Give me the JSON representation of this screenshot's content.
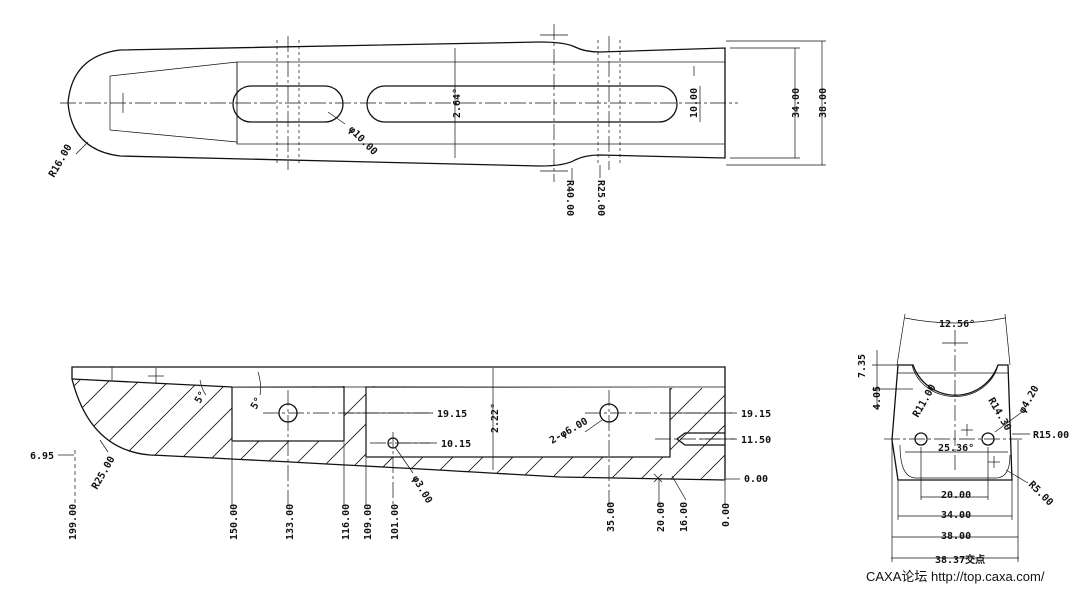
{
  "footer": {
    "watermark": "CAXA论坛 http://top.caxa.com/"
  },
  "top_view": {
    "r_end": "R16.00",
    "slot_dia": "φ10.00",
    "taper_angle": "2.64°",
    "slot_width": "10.00",
    "inner_height": "34.00",
    "outer_height": "38.00",
    "r_40": "R40.00",
    "r_25": "R25.00"
  },
  "front_view": {
    "angle_5a": "5°",
    "angle_5b": "5°",
    "r_25": "R25.00",
    "y_6_95": "6.95",
    "y_19_15a": "19.15",
    "y_19_15b": "19.15",
    "y_10_15": "10.15",
    "y_11_50": "11.50",
    "y_0_00": "0.00",
    "taper_angle": "2.22°",
    "hole_2x6": "2-φ6.00",
    "hole_3": "φ3.00",
    "x_labels": [
      "199.00",
      "150.00",
      "133.00",
      "116.00",
      "109.00",
      "101.00",
      "35.00",
      "20.00",
      "16.00",
      "0.00"
    ]
  },
  "side_view": {
    "angle_top": "12.56°",
    "h_7_35": "7.35",
    "h_4_05": "4.05",
    "r_11": "R11.00",
    "r_14_3": "R14.30",
    "d_4_2": "φ4.20",
    "r_15": "R15.00",
    "angle_25_36": "25.36°",
    "r_5": "R5.00",
    "w_20": "20.00",
    "w_34": "34.00",
    "w_38": "38.00",
    "w_38_37": "38.37交点"
  }
}
